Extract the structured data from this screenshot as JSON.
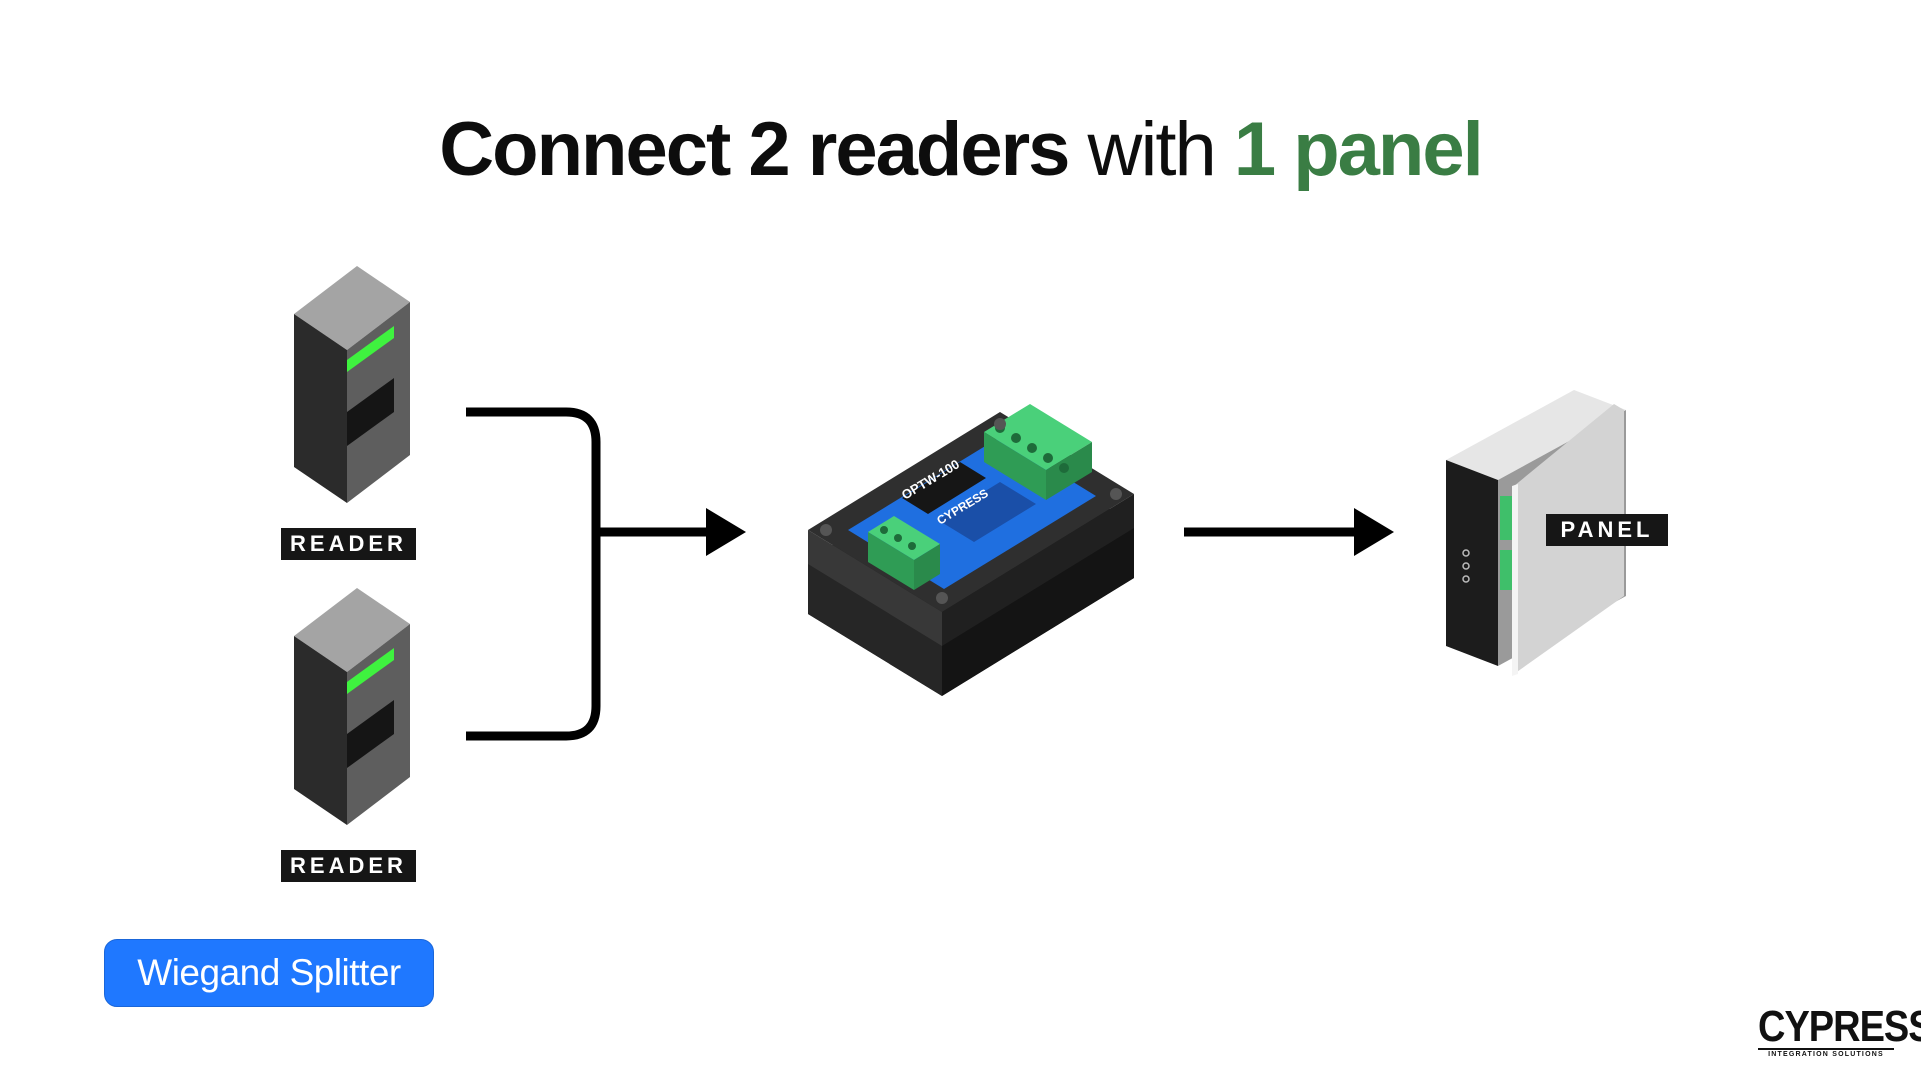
{
  "title": {
    "part1": "Connect 2 readers",
    "part2": " with ",
    "part3": "1 panel"
  },
  "reader_top": {
    "label": "READER"
  },
  "reader_bottom": {
    "label": "READER"
  },
  "panel": {
    "label": "PANEL"
  },
  "device": {
    "model": "OPTW-100",
    "brand": "CYPRESS"
  },
  "splitter_button": {
    "label": "Wiegand Splitter"
  },
  "logo": {
    "name": "CYPRESS",
    "tagline": "INTEGRATION SOLUTIONS"
  },
  "colors": {
    "accent_green": "#3a7d44",
    "button_blue": "#1f78ff",
    "led_green": "#3cf53c",
    "terminal_green": "#3fbf6a"
  }
}
